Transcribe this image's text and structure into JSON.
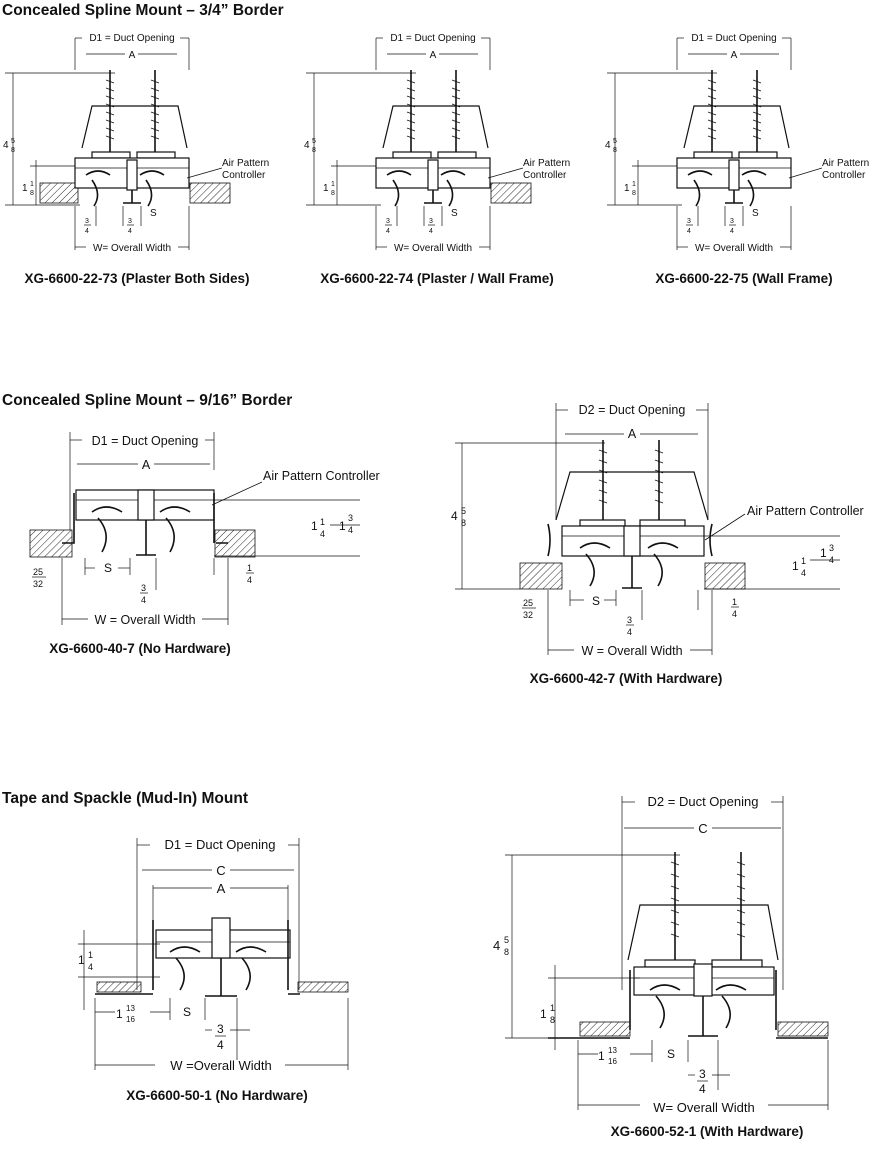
{
  "sections": {
    "s1": {
      "title": "Concealed Spline Mount – 3/4” Border"
    },
    "s2": {
      "title": "Concealed Spline Mount – 9/16” Border"
    },
    "s3": {
      "title": "Tape and Spackle (Mud-In) Mount"
    }
  },
  "labels": {
    "d1": "D1 = Duct Opening",
    "d2": "D2 = Duct Opening",
    "a": "A",
    "c": "C",
    "w": "W= Overall Width",
    "w_eq": "W = Overall Width",
    "w_mud": "W =Overall Width",
    "s": "S",
    "apc_line1": "Air Pattern",
    "apc_line2": "Controller",
    "apc": "Air Pattern Controller"
  },
  "fractions": {
    "four": "4",
    "one": "1",
    "n5": "5",
    "n8": "8",
    "n1": "1",
    "n3": "3",
    "n4": "4",
    "n25": "25",
    "n32": "32",
    "n13": "13",
    "n16": "16"
  },
  "captions": {
    "m73": "XG-6600-22-73 (Plaster Both Sides)",
    "m74": "XG-6600-22-74 (Plaster / Wall Frame)",
    "m75": "XG-6600-22-75 (Wall Frame)",
    "m40": "XG-6600-40-7 (No Hardware)",
    "m42": "XG-6600-42-7 (With Hardware)",
    "m50": "XG-6600-50-1 (No Hardware)",
    "m52": "XG-6600-52-1 (With Hardware)"
  }
}
